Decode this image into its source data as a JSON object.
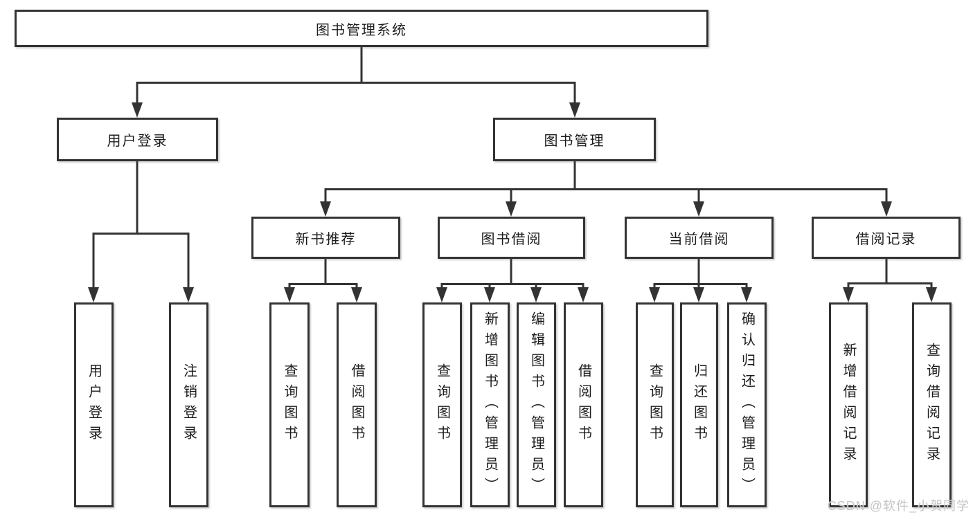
{
  "diagram": {
    "root": {
      "label": "图书管理系统"
    },
    "level2": [
      {
        "id": "user-login",
        "label": "用户登录"
      },
      {
        "id": "book-management",
        "label": "图书管理"
      }
    ],
    "level3": [
      {
        "id": "new-book-recommend",
        "label": "新书推荐",
        "parent": "图书管理"
      },
      {
        "id": "book-borrow",
        "label": "图书借阅",
        "parent": "图书管理"
      },
      {
        "id": "current-borrow",
        "label": "当前借阅",
        "parent": "图书管理"
      },
      {
        "id": "borrow-records",
        "label": "借阅记录",
        "parent": "图书管理"
      }
    ],
    "leaves": [
      {
        "label": "用户登录",
        "parent": "用户登录"
      },
      {
        "label": "注销登录",
        "parent": "用户登录"
      },
      {
        "label": "查询图书",
        "parent": "新书推荐"
      },
      {
        "label": "借阅图书",
        "parent": "新书推荐"
      },
      {
        "label": "查询图书",
        "parent": "图书借阅"
      },
      {
        "label": "新增图书（管理员）",
        "parent": "图书借阅"
      },
      {
        "label": "编辑图书（管理员）",
        "parent": "图书借阅"
      },
      {
        "label": "借阅图书",
        "parent": "图书借阅"
      },
      {
        "label": "查询图书",
        "parent": "当前借阅"
      },
      {
        "label": "归还图书",
        "parent": "当前借阅"
      },
      {
        "label": "确认归还（管理员）",
        "parent": "当前借阅"
      },
      {
        "label": "新增借阅记录",
        "parent": "借阅记录"
      },
      {
        "label": "查询借阅记录",
        "parent": "借阅记录"
      }
    ],
    "watermark": "CSDN @软件_小贺同学",
    "colors": {
      "line": "#333333",
      "box_border": "#333333",
      "box_fill": "#ffffff",
      "text": "#1c1c1c",
      "watermark": "#c5c5c5",
      "background": "#ffffff"
    }
  }
}
